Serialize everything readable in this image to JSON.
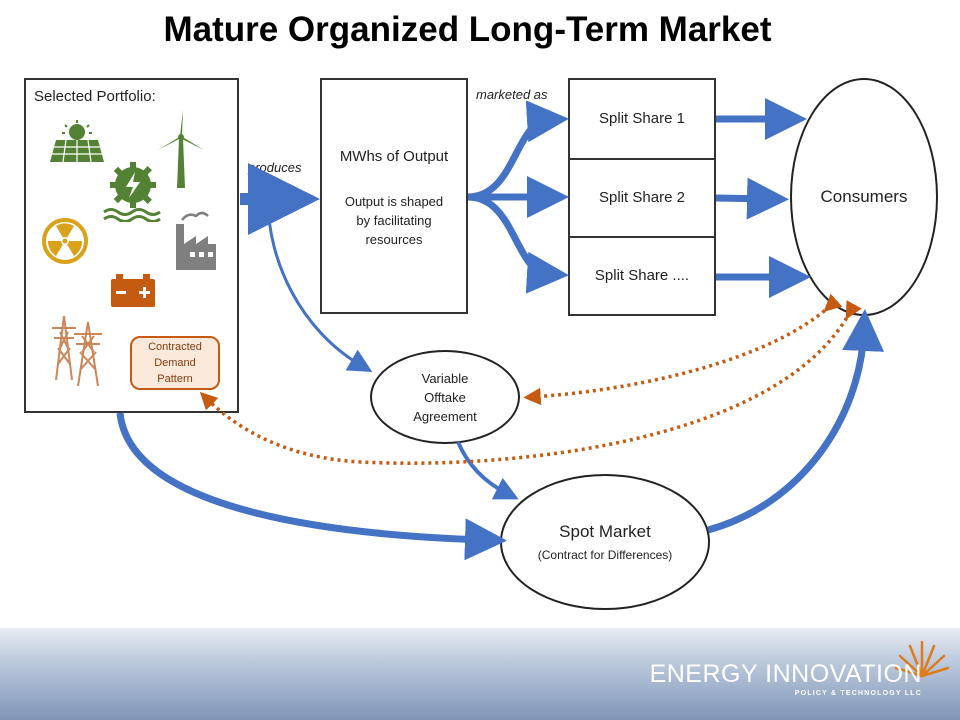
{
  "title": "Mature Organized Long-Term Market",
  "portfolio": {
    "label": "Selected Portfolio:",
    "contracted_demand": "Contracted Demand Pattern"
  },
  "labels": {
    "produces": "produces",
    "marketed_as": "marketed as"
  },
  "output_box": {
    "title": "MWhs of Output",
    "description": "Output is shaped by facilitating resources"
  },
  "split_shares": [
    "Split Share 1",
    "Split Share 2",
    "Split Share ...."
  ],
  "consumers": "Consumers",
  "variable_offtake": "Variable Offtake Agreement",
  "spot_market": {
    "title": "Spot Market",
    "subtitle": "(Contract for Differences)"
  },
  "brand": {
    "name": "ENERGY INNOVATION",
    "tagline": "POLICY & TECHNOLOGY LLC"
  },
  "colors": {
    "flow_blue": "#4472c4",
    "dotted_orange": "#c55a11",
    "icon_green": "#548235",
    "icon_gold": "#d9a21b",
    "icon_gray": "#7f7f7f",
    "icon_orange": "#c55a11"
  }
}
